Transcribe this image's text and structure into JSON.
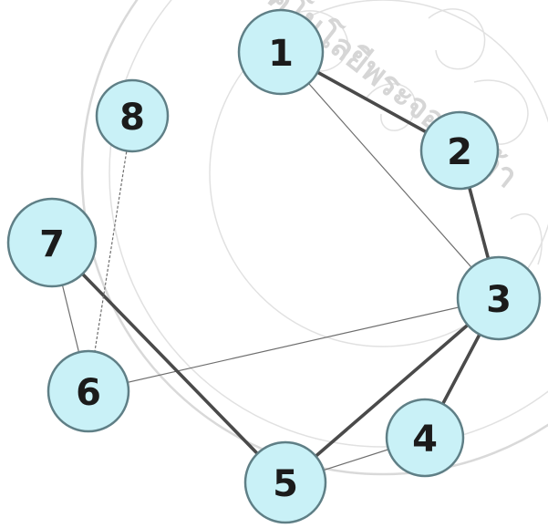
{
  "diagram": {
    "nodes": [
      {
        "id": "1",
        "label": "1"
      },
      {
        "id": "2",
        "label": "2"
      },
      {
        "id": "3",
        "label": "3"
      },
      {
        "id": "4",
        "label": "4"
      },
      {
        "id": "5",
        "label": "5"
      },
      {
        "id": "6",
        "label": "6"
      },
      {
        "id": "7",
        "label": "7"
      },
      {
        "id": "8",
        "label": "8"
      }
    ],
    "edges": [
      {
        "from": "1",
        "to": "2",
        "style": "thick"
      },
      {
        "from": "2",
        "to": "3",
        "style": "thick"
      },
      {
        "from": "1",
        "to": "3",
        "style": "thin"
      },
      {
        "from": "3",
        "to": "4",
        "style": "thick"
      },
      {
        "from": "3",
        "to": "5",
        "style": "thick"
      },
      {
        "from": "3",
        "to": "6",
        "style": "thin"
      },
      {
        "from": "4",
        "to": "5",
        "style": "thin"
      },
      {
        "from": "7",
        "to": "5",
        "style": "thick"
      },
      {
        "from": "7",
        "to": "6",
        "style": "thin"
      },
      {
        "from": "8",
        "to": "6",
        "style": "dotted"
      }
    ],
    "colors": {
      "node_fill": "#c9f1f7",
      "node_stroke": "#5f7f86",
      "edge": "#4a4a4a"
    }
  },
  "watermark": {
    "text": "ทคโนโลยีพระจอมเกล้า"
  }
}
